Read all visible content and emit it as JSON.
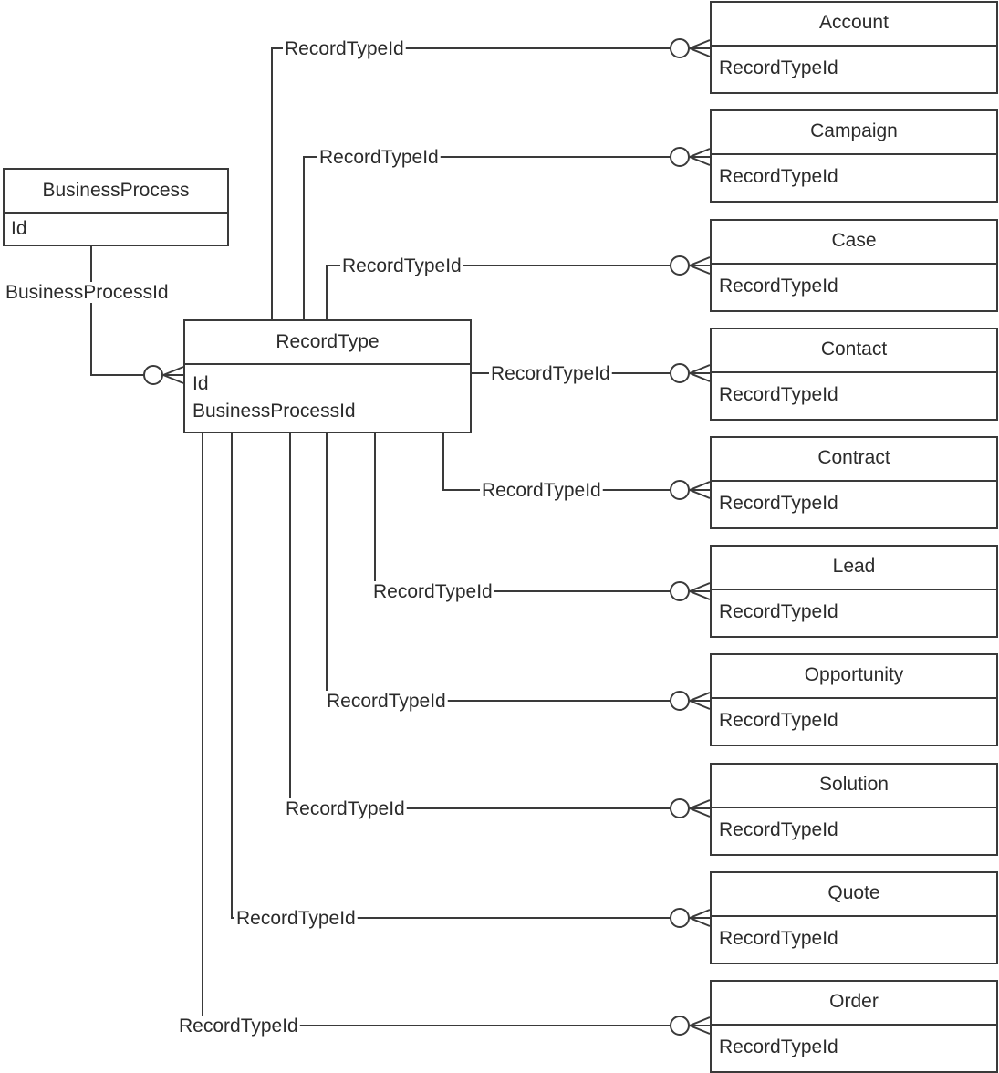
{
  "business_process": {
    "title": "BusinessProcess",
    "fields": [
      "Id"
    ],
    "link_label": "BusinessProcessId"
  },
  "record_type": {
    "title": "RecordType",
    "fields": [
      "Id",
      "BusinessProcessId"
    ]
  },
  "children": [
    {
      "title": "Account",
      "field": "RecordTypeId",
      "link_label": "RecordTypeId"
    },
    {
      "title": "Campaign",
      "field": "RecordTypeId",
      "link_label": "RecordTypeId"
    },
    {
      "title": "Case",
      "field": "RecordTypeId",
      "link_label": "RecordTypeId"
    },
    {
      "title": "Contact",
      "field": "RecordTypeId",
      "link_label": "RecordTypeId"
    },
    {
      "title": "Contract",
      "field": "RecordTypeId",
      "link_label": "RecordTypeId"
    },
    {
      "title": "Lead",
      "field": "RecordTypeId",
      "link_label": "RecordTypeId"
    },
    {
      "title": "Opportunity",
      "field": "RecordTypeId",
      "link_label": "RecordTypeId"
    },
    {
      "title": "Solution",
      "field": "RecordTypeId",
      "link_label": "RecordTypeId"
    },
    {
      "title": "Quote",
      "field": "RecordTypeId",
      "link_label": "RecordTypeId"
    },
    {
      "title": "Order",
      "field": "RecordTypeId",
      "link_label": "RecordTypeId"
    }
  ],
  "colors": {
    "line": "#3a3a3a",
    "text": "#2b2b2b",
    "background": "#ffffff"
  }
}
